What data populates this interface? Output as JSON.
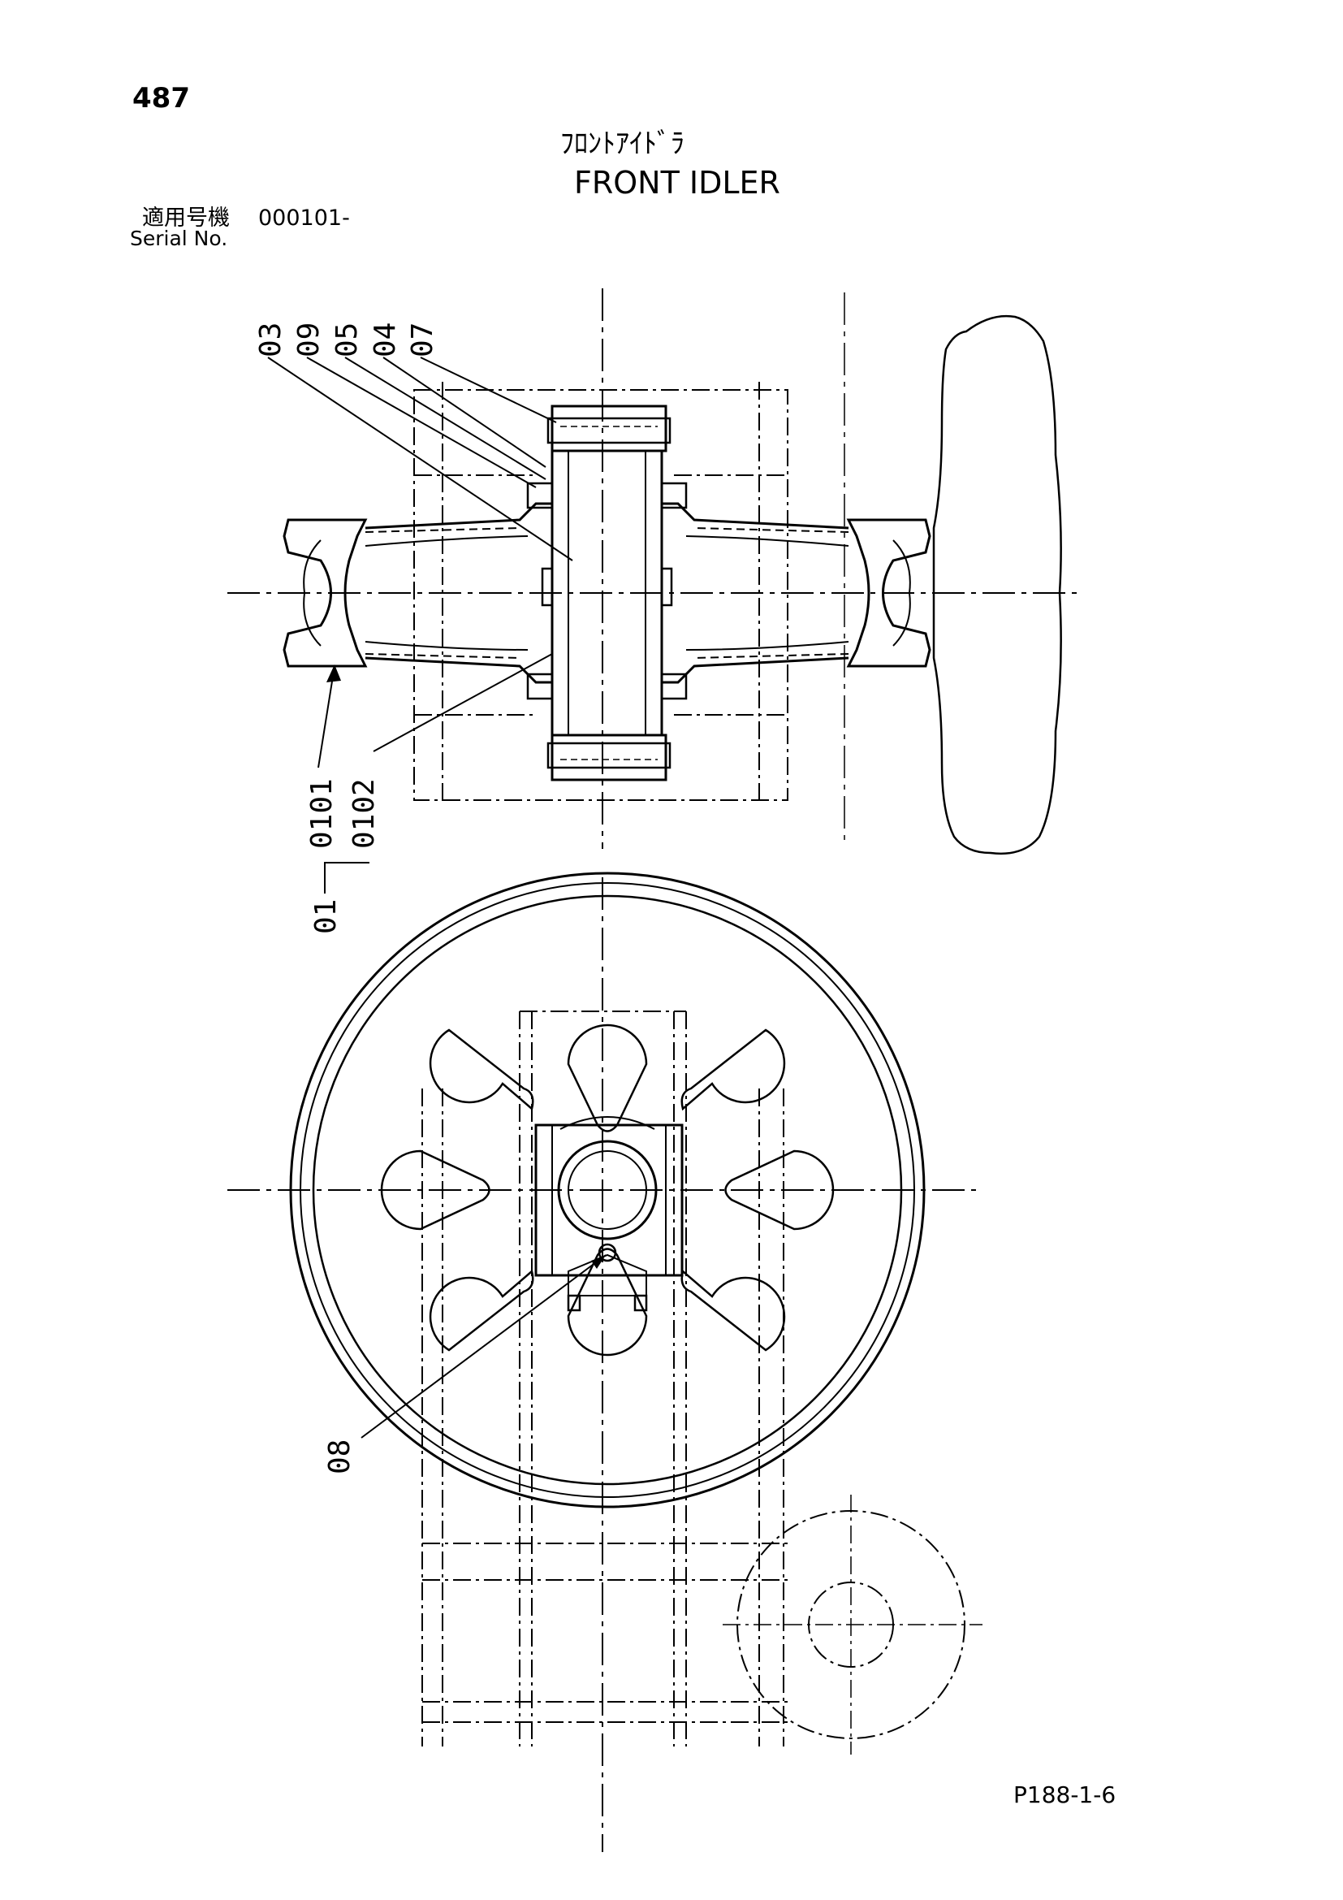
{
  "header": {
    "page_number": "487",
    "title_jp": "ﾌﾛﾝﾄｱｲﾄﾞﾗ",
    "title_en": "FRONT IDLER",
    "serial_label_jp": "適用号機",
    "serial_value": "000101-",
    "serial_label_en": "Serial No."
  },
  "callouts": {
    "c03": "03",
    "c09": "09",
    "c05": "05",
    "c04": "04",
    "c07": "07",
    "c0101": "0101",
    "c0102": "0102",
    "c01": "01",
    "c08": "08"
  },
  "footer": {
    "page_code": "P188-1-6"
  }
}
